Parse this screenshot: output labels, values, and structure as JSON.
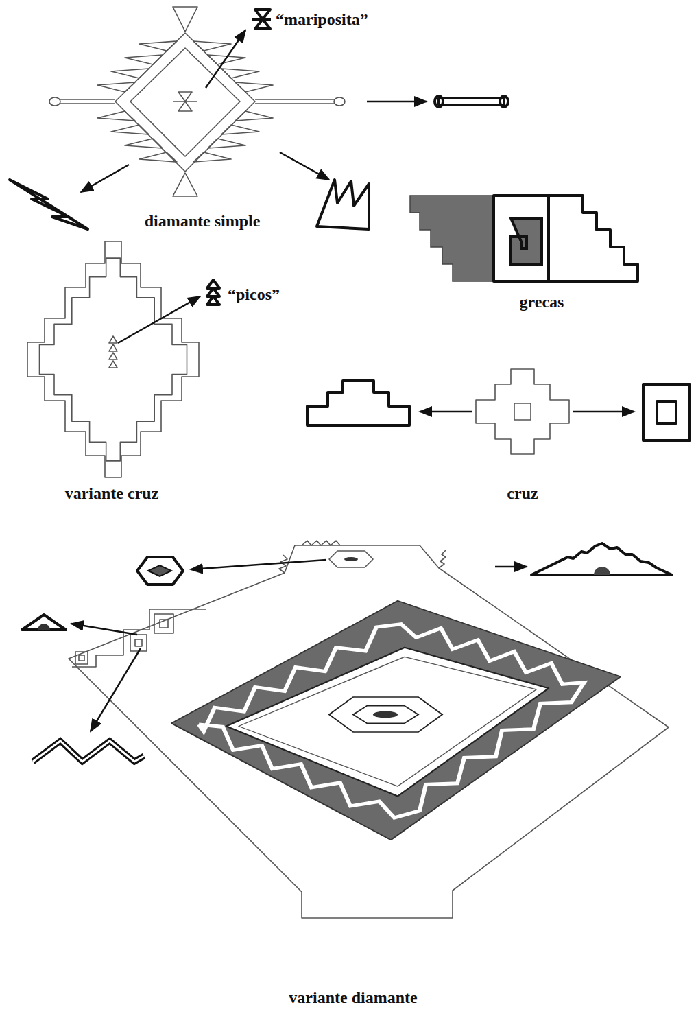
{
  "diagram": {
    "labels": [
      "“mariposita”",
      "diamante simple",
      "grecas",
      "“picos”",
      "variante cruz",
      "cruz",
      "variante diamante"
    ]
  }
}
